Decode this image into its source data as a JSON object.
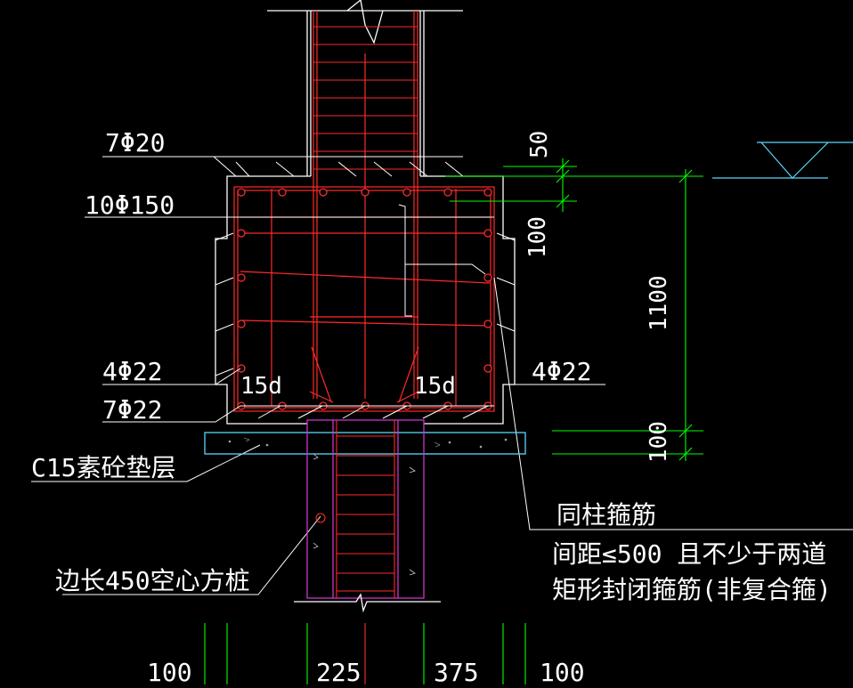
{
  "labels": {
    "bars_top": "7Φ20",
    "stirrups": "10Φ150",
    "side_left": "4Φ22",
    "side_right": "4Φ22",
    "bars_bottom": "7Φ22",
    "anchor_left": "15d",
    "anchor_right": "15d",
    "cushion": "C15素砼垫层",
    "pile": "边长450空心方桩",
    "note_line1": "同柱箍筋",
    "note_line2": "间距≤500 且不少于两道",
    "note_line3": "矩形封闭箍筋(非复合箍)"
  },
  "dimensions": {
    "d50": "50",
    "d100_top": "100",
    "d1100": "1100",
    "d100_bottom": "100",
    "b100_left": "100",
    "b225": "225",
    "b375": "375",
    "b100_right": "100"
  },
  "colors": {
    "background": "#000000",
    "outline": "#ffffff",
    "rebar": "#ff2a2a",
    "dimension": "#00ff00",
    "concrete": "#5ad7ff",
    "pile": "#cc33cc",
    "text": "#ffffff"
  }
}
